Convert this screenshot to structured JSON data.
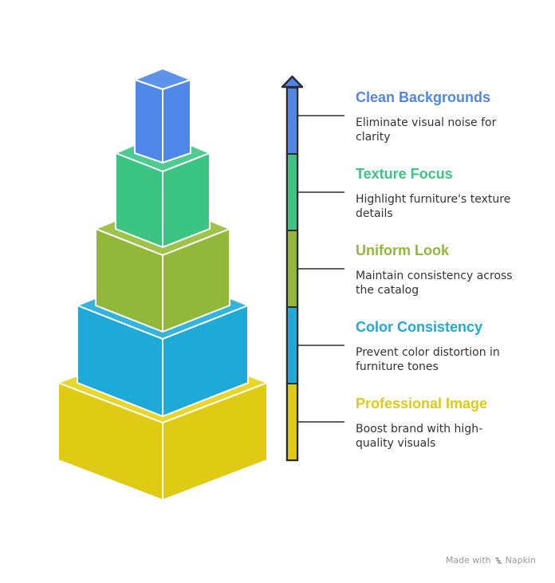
{
  "diagram": {
    "levels": [
      {
        "title": "Clean Backgrounds",
        "description": "Eliminate visual noise for clarity",
        "color": "#4F87E8"
      },
      {
        "title": "Texture Focus",
        "description": "Highlight furniture's texture details",
        "color": "#3CC483"
      },
      {
        "title": "Uniform Look",
        "description": "Maintain consistency across the catalog",
        "color": "#92B83A"
      },
      {
        "title": "Color Consistency",
        "description": "Prevent color distortion in furniture tones",
        "color": "#1EAAD9"
      },
      {
        "title": "Professional Image",
        "description": "Boost brand with high-quality visuals",
        "color": "#DFCB14"
      }
    ]
  },
  "watermark": {
    "prefix": "Made with",
    "brand": "Napkin"
  }
}
